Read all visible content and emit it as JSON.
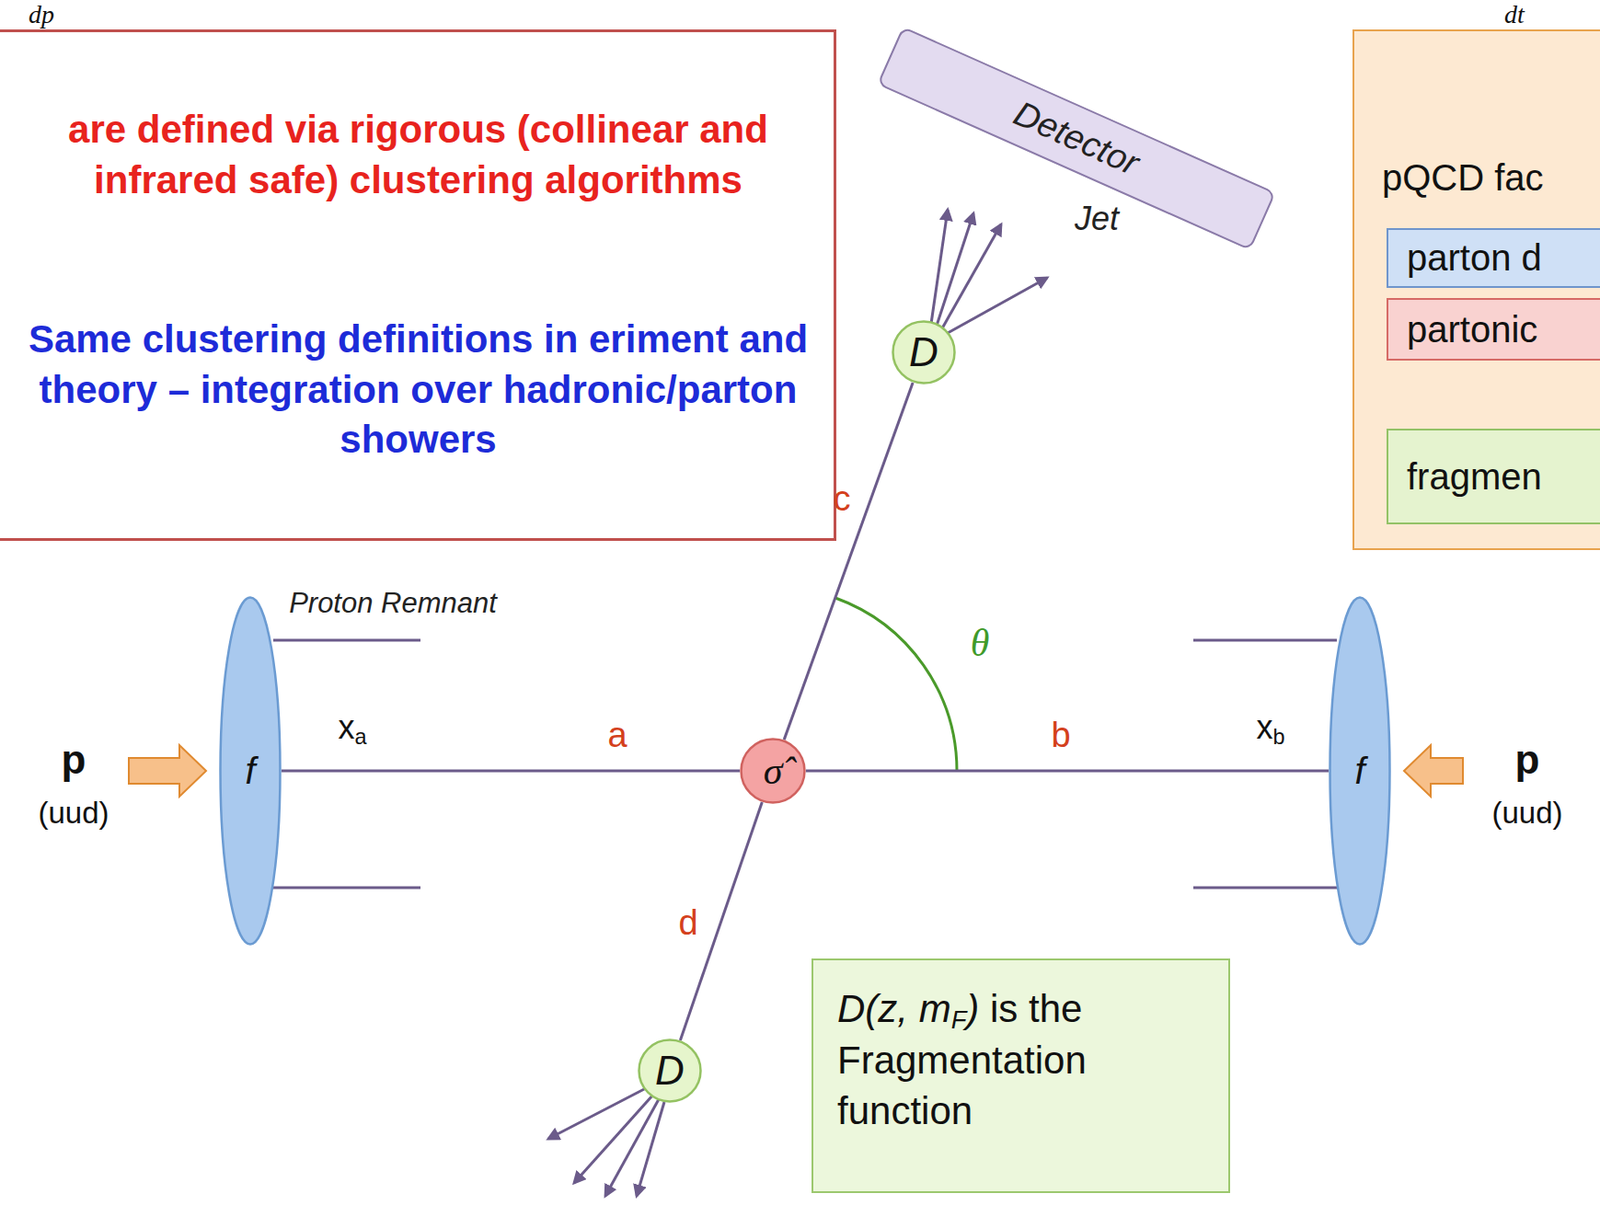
{
  "diagram": {
    "nodes": [
      {
        "text": [
          "are defined via rigorous (collinear and infrared safe) clustering algorithms",
          "Same clustering definitions in eriment and theory – integration over hadronic/parton showers"
        ]
      },
      {
        "text": [
          "Detector"
        ]
      },
      {
        "text": [
          "pQCD fac"
        ]
      },
      {
        "text": [
          "parton d"
        ],
        "in": 2
      },
      {
        "text": [
          "partonic"
        ],
        "in": 2
      },
      {
        "text": [
          "fragmen"
        ],
        "in": 2
      },
      {
        "text": [
          "D"
        ]
      },
      {
        "text": [
          "f"
        ]
      },
      {
        "text": [
          "σ̂"
        ]
      },
      {
        "text": [
          "f"
        ]
      },
      {
        "text": [
          "D"
        ]
      },
      {
        "text": [
          "D(z, mF) is the Fragmentation function"
        ]
      }
    ],
    "edges": [
      {
        "from": 7,
        "to": 8,
        "arrow": "none",
        "label": "a"
      },
      {
        "from": 8,
        "to": 9,
        "arrow": "none",
        "label": "b"
      },
      {
        "from": 8,
        "to": 6,
        "arrow": "none",
        "label": "c"
      },
      {
        "from": 8,
        "to": 10,
        "arrow": "none",
        "label": "d"
      }
    ],
    "labels": [
      "dp",
      "dt",
      "Jet",
      "Proton Remnant",
      "xa",
      "xb",
      "θ",
      "p",
      "(uud)",
      "p",
      "(uud)"
    ]
  }
}
